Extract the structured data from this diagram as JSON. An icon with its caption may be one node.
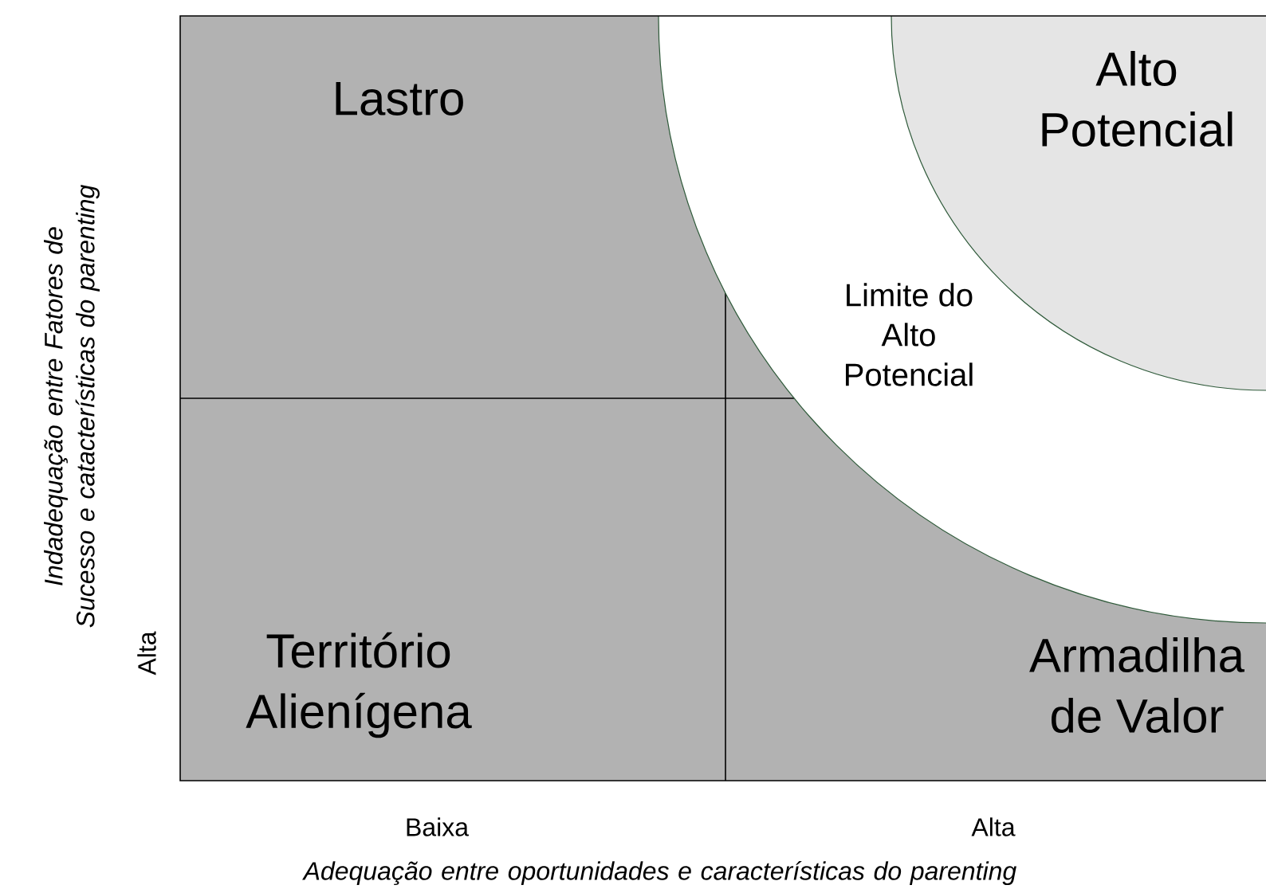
{
  "diagram": {
    "nodes": [
      {
        "text": [
          "Lastro"
        ]
      },
      {
        "text": [
          "Território Alienígena"
        ]
      },
      {
        "text": [
          "Armadilha de Valor"
        ]
      },
      {
        "text": [
          "Limite do Alto Potencial"
        ]
      },
      {
        "text": [
          "Alto Potencial"
        ],
        "in": 3
      }
    ],
    "labels": [
      "Indadequação entre Fatores de Sucesso e catacterísticas do parenting",
      "Alta",
      "Baixa",
      "Alta",
      "Adequação entre oportunidades e características do parenting"
    ]
  }
}
